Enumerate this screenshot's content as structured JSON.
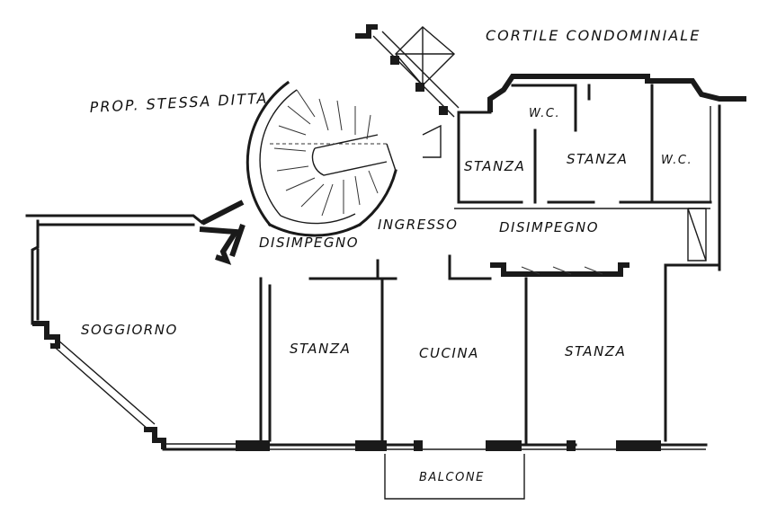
{
  "labels": {
    "neighbor": "PROP. STESSA DITTA",
    "courtyard": "CORTILE CONDOMINIALE",
    "wc_left": "W.C.",
    "wc_right": "W.C.",
    "stanza_top_left": "STANZA",
    "stanza_top_mid": "STANZA",
    "ingresso": "INGRESSO",
    "disimpegno_left": "DISIMPEGNO",
    "disimpegno_right": "DISIMPEGNO",
    "soggiorno": "SOGGIORNO",
    "stanza_bottom_left": "STANZA",
    "cucina": "CUCINA",
    "stanza_bottom_right": "STANZA",
    "balcone": "BALCONE"
  }
}
